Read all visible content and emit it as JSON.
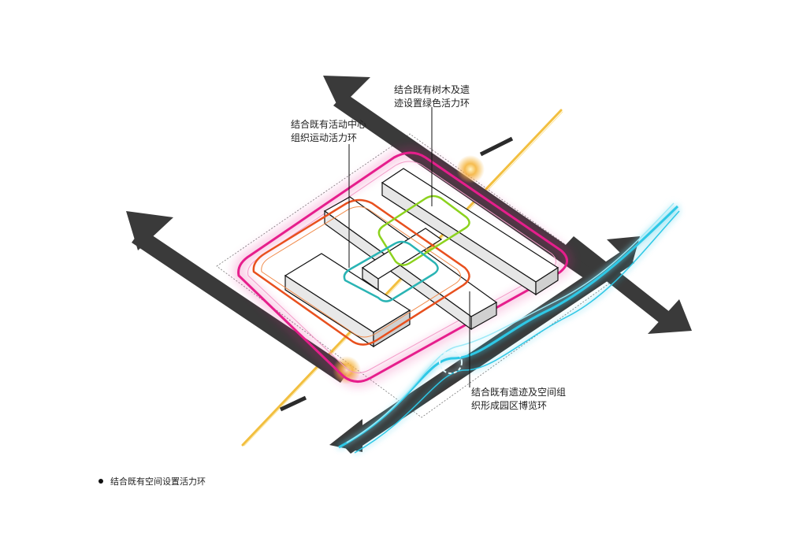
{
  "annotations": {
    "green_ring": [
      "结合既有树木及遗",
      "迹设置绿色活力环"
    ],
    "orange_ring": [
      "结合既有活动中心",
      "组织运动活力环"
    ],
    "blue_ring": [
      "结合既有遗迹及空间组",
      "织形成园区博览环"
    ]
  },
  "legend": {
    "label": "结合既有空间设置活力环"
  },
  "colors": {
    "road": "#3a3a3a",
    "magenta_ring": "#e61e8c",
    "orange_ring": "#e8501e",
    "green_ring": "#8cd21e",
    "teal_ring": "#2ab4b4",
    "cyan_path": "#2fc8e6",
    "yellow_axis": "#f0b41e"
  }
}
